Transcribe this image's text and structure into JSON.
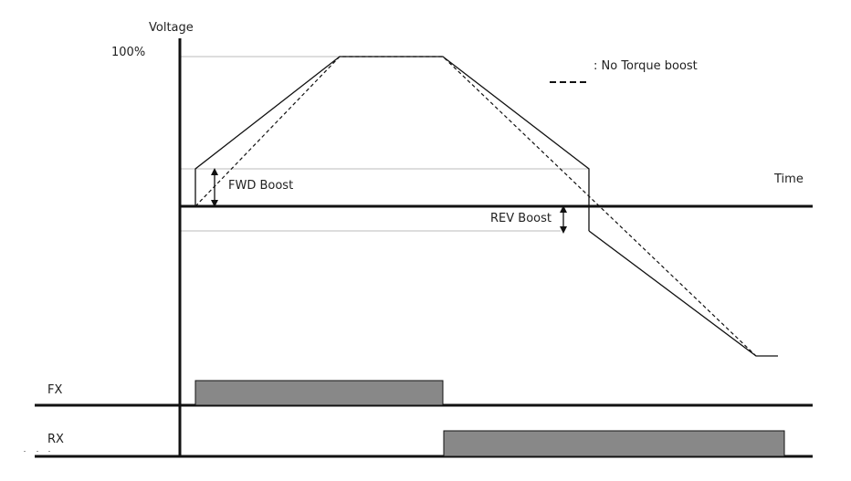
{
  "labels": {
    "voltage": "Voltage",
    "percent_100": "100%",
    "legend": ": No Torque boost",
    "time": "Time",
    "fwd_boost": "FWD Boost",
    "rev_boost": "REV Boost",
    "fx": "FX",
    "rx": "RX"
  },
  "colors": {
    "line": "#111111",
    "guide": "#bbbbbb",
    "signal_fill": "#888888"
  }
}
